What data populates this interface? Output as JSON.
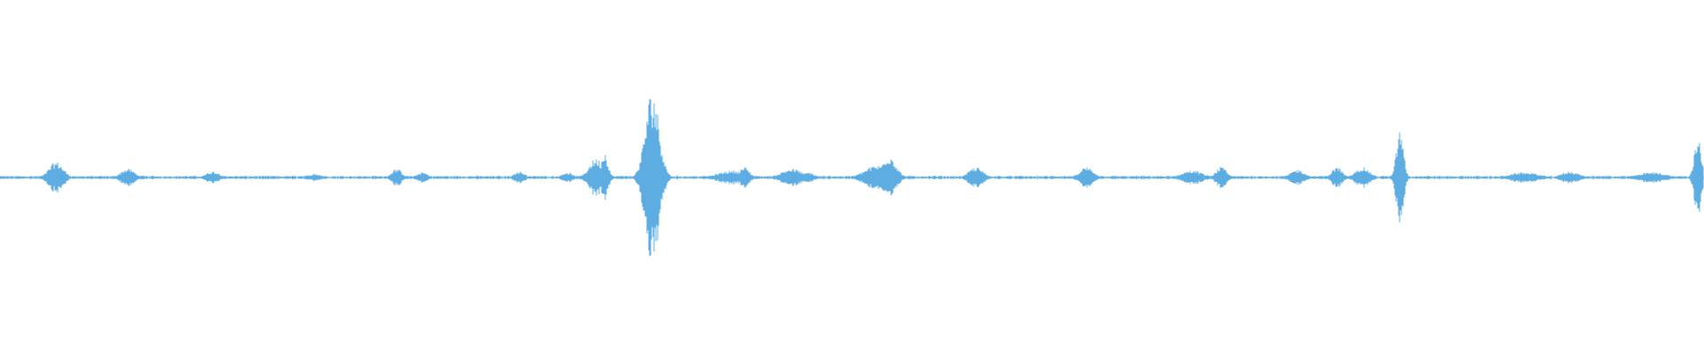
{
  "waveform": {
    "color": "#5dade2",
    "baseline_amplitude": 0.012,
    "peaks": [
      {
        "t": 0.033,
        "amp": 0.09,
        "width": 0.004
      },
      {
        "t": 0.075,
        "amp": 0.05,
        "width": 0.004
      },
      {
        "t": 0.125,
        "amp": 0.035,
        "width": 0.004
      },
      {
        "t": 0.185,
        "amp": 0.02,
        "width": 0.004
      },
      {
        "t": 0.233,
        "amp": 0.05,
        "width": 0.003
      },
      {
        "t": 0.248,
        "amp": 0.03,
        "width": 0.003
      },
      {
        "t": 0.305,
        "amp": 0.035,
        "width": 0.003
      },
      {
        "t": 0.333,
        "amp": 0.03,
        "width": 0.003
      },
      {
        "t": 0.35,
        "amp": 0.11,
        "width": 0.004
      },
      {
        "t": 0.355,
        "amp": 0.15,
        "width": 0.002
      },
      {
        "t": 0.383,
        "amp": 0.5,
        "width": 0.004
      },
      {
        "t": 0.43,
        "amp": 0.04,
        "width": 0.008
      },
      {
        "t": 0.437,
        "amp": 0.06,
        "width": 0.003
      },
      {
        "t": 0.465,
        "amp": 0.05,
        "width": 0.006
      },
      {
        "t": 0.475,
        "amp": 0.03,
        "width": 0.003
      },
      {
        "t": 0.515,
        "amp": 0.07,
        "width": 0.007
      },
      {
        "t": 0.522,
        "amp": 0.13,
        "width": 0.004
      },
      {
        "t": 0.573,
        "amp": 0.06,
        "width": 0.004
      },
      {
        "t": 0.638,
        "amp": 0.06,
        "width": 0.004
      },
      {
        "t": 0.7,
        "amp": 0.04,
        "width": 0.006
      },
      {
        "t": 0.717,
        "amp": 0.06,
        "width": 0.003
      },
      {
        "t": 0.762,
        "amp": 0.045,
        "width": 0.004
      },
      {
        "t": 0.785,
        "amp": 0.06,
        "width": 0.003
      },
      {
        "t": 0.8,
        "amp": 0.06,
        "width": 0.004
      },
      {
        "t": 0.822,
        "amp": 0.28,
        "width": 0.002
      },
      {
        "t": 0.895,
        "amp": 0.03,
        "width": 0.008
      },
      {
        "t": 0.922,
        "amp": 0.035,
        "width": 0.005
      },
      {
        "t": 0.97,
        "amp": 0.03,
        "width": 0.008
      },
      {
        "t": 0.997,
        "amp": 0.24,
        "width": 0.002
      },
      {
        "t": 1.0,
        "amp": 0.06,
        "width": 0.003
      }
    ]
  }
}
